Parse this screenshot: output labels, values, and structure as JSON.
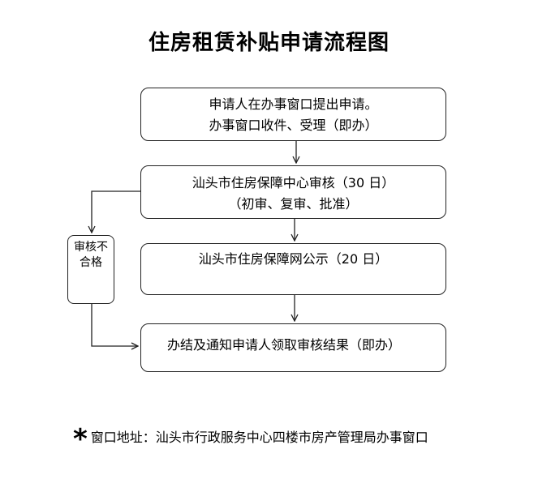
{
  "title": "住房租赁补贴申请流程图",
  "steps": [
    {
      "lines": [
        "申请人在办事窗口提出申请。",
        "办事窗口收件、受理（即办）"
      ]
    },
    {
      "lines": [
        "汕头市住房保障中心审核（30 日）",
        "（初审、复审、批准）"
      ]
    },
    {
      "lines": [
        "汕头市住房保障网公示（20 日）"
      ]
    },
    {
      "lines": [
        "办结及通知申请人领取审核结果（即办）"
      ]
    }
  ],
  "side_box": {
    "text": "审核不合格"
  },
  "footer": {
    "symbol": "*",
    "text": "窗口地址：汕头市行政服务中心四楼市房产管理局办事窗口"
  },
  "colors": {
    "line": "#222222",
    "background": "#ffffff"
  }
}
